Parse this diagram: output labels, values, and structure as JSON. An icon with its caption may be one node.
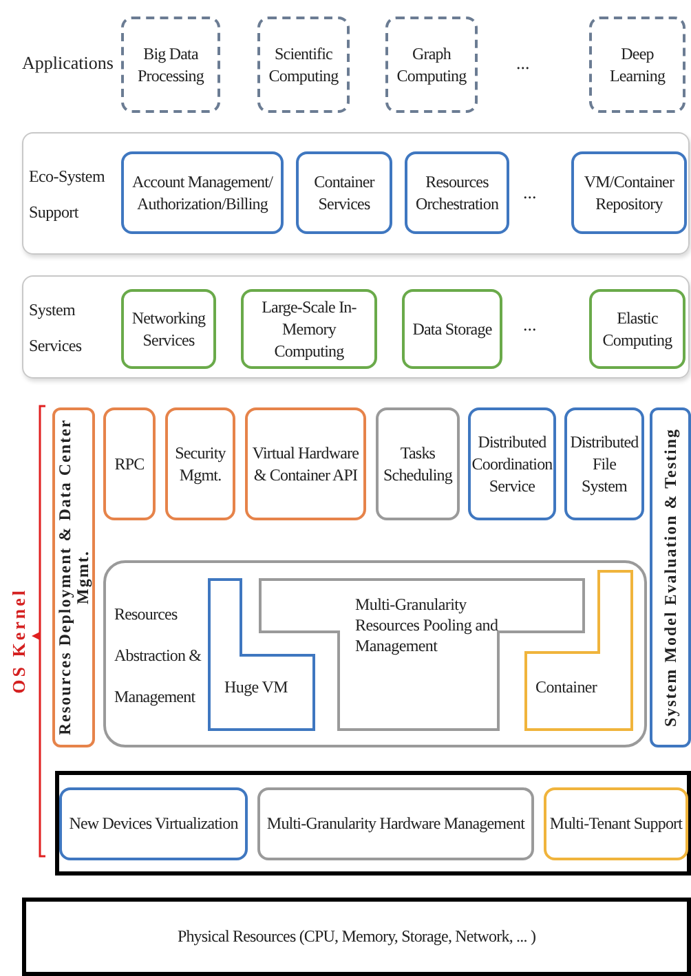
{
  "diagram": {
    "nodes": [
      {
        "text": [
          "Big Data Processing"
        ]
      },
      {
        "text": [
          "Scientific Computing"
        ]
      },
      {
        "text": [
          "Graph Computing"
        ]
      },
      {
        "text": [
          "Deep Learning"
        ]
      },
      {
        "text": [
          "Eco-System Support"
        ]
      },
      {
        "text": [
          "Account Management/ Authorization/Billing"
        ],
        "in": 4
      },
      {
        "text": [
          "Container Services"
        ],
        "in": 4
      },
      {
        "text": [
          "Resources Orchestration"
        ],
        "in": 4
      },
      {
        "text": [
          "VM/Container Repository"
        ],
        "in": 4
      },
      {
        "text": [
          "System Services"
        ]
      },
      {
        "text": [
          "Networking Services"
        ],
        "in": 9
      },
      {
        "text": [
          "Large-Scale In-Memory Computing"
        ],
        "in": 9
      },
      {
        "text": [
          "Data Storage"
        ],
        "in": 9
      },
      {
        "text": [
          "Elastic Computing"
        ],
        "in": 9
      },
      {
        "text": [
          "Resources Deployment & Data Center Mgmt."
        ]
      },
      {
        "text": [
          "RPC"
        ]
      },
      {
        "text": [
          "Security Mgmt."
        ]
      },
      {
        "text": [
          "Virtual Hardware & Container API"
        ]
      },
      {
        "text": [
          "Tasks Scheduling"
        ]
      },
      {
        "text": [
          "Distributed Coordination Service"
        ]
      },
      {
        "text": [
          "Distributed File System"
        ]
      },
      {
        "text": [
          "System Model Evaluation & Testing"
        ]
      },
      {
        "text": [
          "Resources Abstraction & Management"
        ]
      },
      {
        "text": [
          "Huge VM"
        ],
        "in": 22
      },
      {
        "text": [
          "Multi-Granularity Resources Pooling and Management"
        ],
        "in": 22
      },
      {
        "text": [
          "Container"
        ],
        "in": 22
      },
      {
        "text": [],
        "shape": "box"
      },
      {
        "text": [
          "New Devices Virtualization"
        ],
        "in": 26
      },
      {
        "text": [
          "Multi-Granularity Hardware Management"
        ],
        "in": 26
      },
      {
        "text": [
          "Multi-Tenant Support"
        ],
        "in": 26
      },
      {
        "text": [
          "Physical Resources (CPU, Memory, Storage, Network, ... )"
        ]
      }
    ],
    "labels": [
      "Applications",
      "...",
      "...",
      "...",
      "OS Kernel"
    ]
  }
}
